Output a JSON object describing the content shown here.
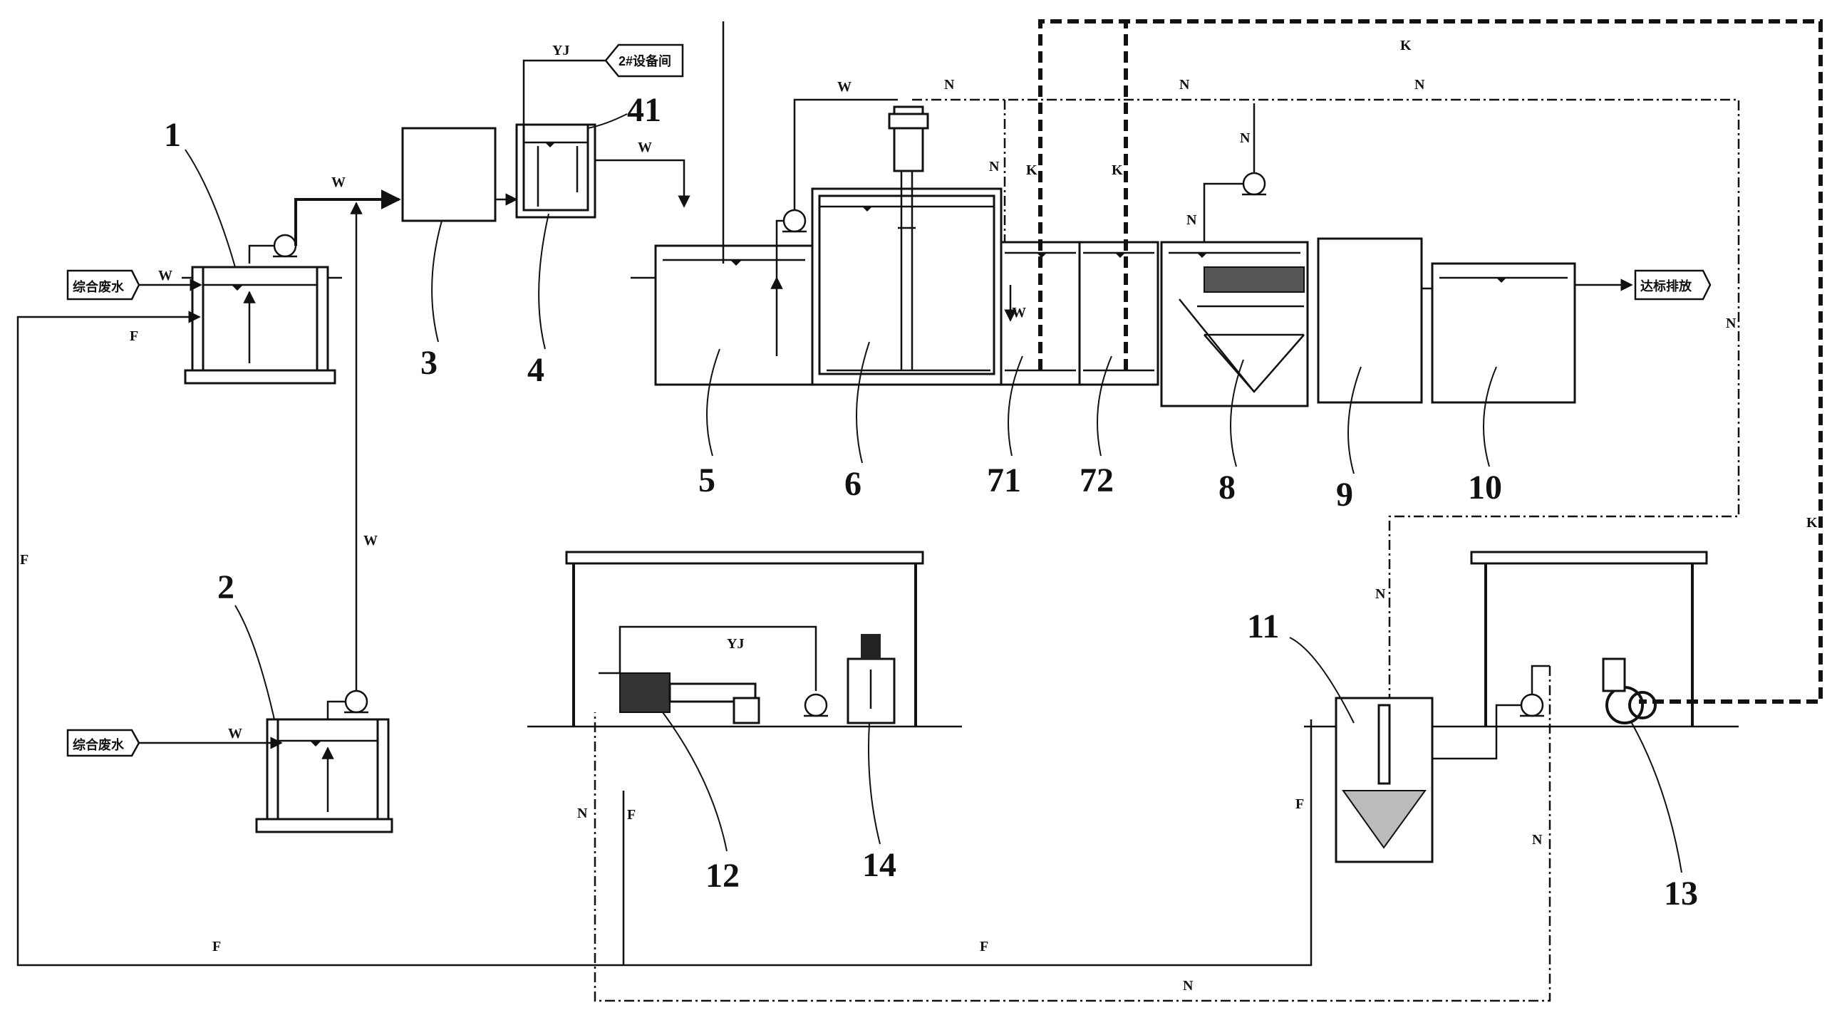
{
  "units": {
    "u1": "1",
    "u2": "2",
    "u3": "3",
    "u4": "4",
    "u41": "41",
    "u5": "5",
    "u6": "6",
    "u71": "71",
    "u72": "72",
    "u8": "8",
    "u9": "9",
    "u10": "10",
    "u11": "11",
    "u12": "12",
    "u13": "13",
    "u14": "14"
  },
  "tags": {
    "inlet_1": "综合废水",
    "inlet_2": "综合废水",
    "equip_room": "2#设备间",
    "discharge": "达标排放"
  },
  "flow_letters": {
    "W": "W",
    "F": "F",
    "N": "N",
    "K": "K",
    "YJ": "YJ"
  }
}
